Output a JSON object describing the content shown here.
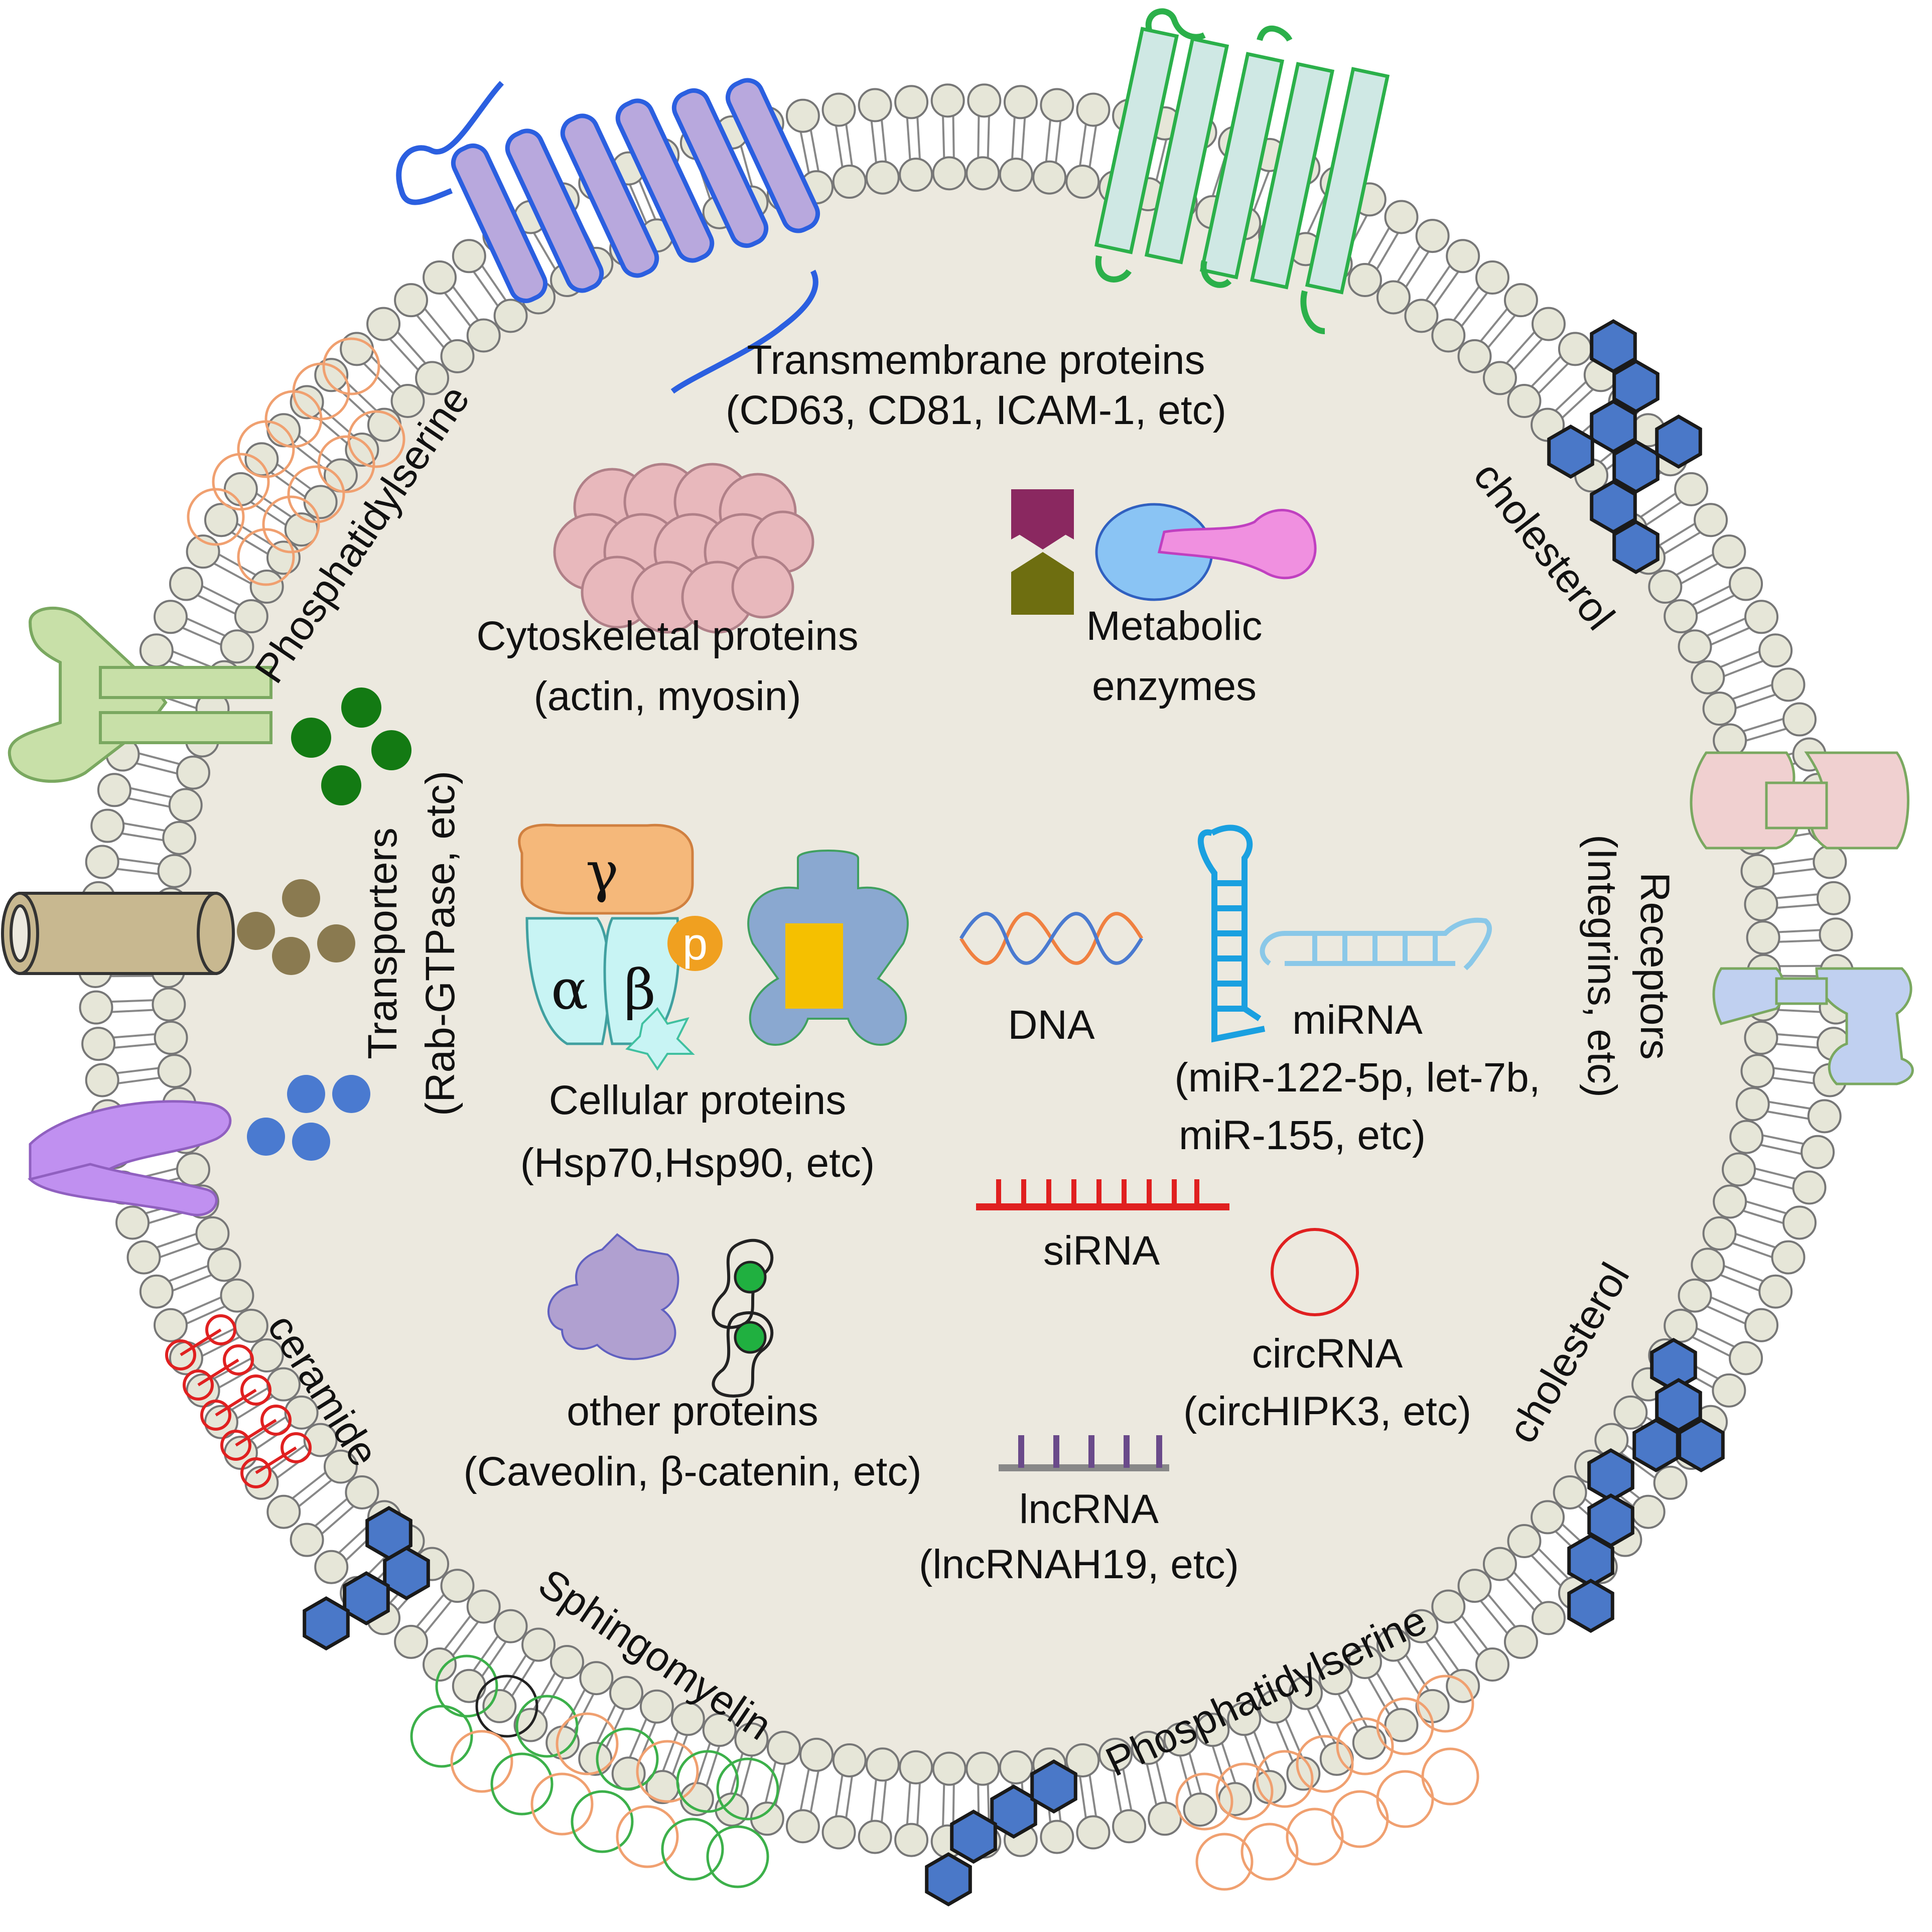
{
  "labels": {
    "transmembrane_title": "Transmembrane proteins",
    "transmembrane_sub": "(CD63, CD81, ICAM-1, etc)",
    "cytoskeletal_title": "Cytoskeletal proteins",
    "cytoskeletal_sub": "(actin, myosin)",
    "metabolic_line1": "Metabolic",
    "metabolic_line2": "enzymes",
    "cellular_title": "Cellular proteins",
    "cellular_sub": "(Hsp70,Hsp90, etc)",
    "other_title": "other proteins",
    "other_sub": "(Caveolin, β-catenin, etc)",
    "dna": "DNA",
    "mirna_title": "miRNA",
    "mirna_sub1": "(miR-122-5p, let-7b,",
    "mirna_sub2": "miR-155, etc)",
    "sirna": "siRNA",
    "circrna_title": "circRNA",
    "circrna_sub": "(circHIPK3, etc)",
    "lncrna_title": "lncRNA",
    "lncrna_sub": "(lncRNAH19, etc)",
    "transporters_title": "Transporters",
    "transporters_sub": "(Rab-GTPase, etc)",
    "receptors_title": "Receptors",
    "receptors_sub": "(Integrins, etc)",
    "phosphatidylserine_top": "Phosphatidylserine",
    "phosphatidylserine_bottom": "Phosphatidylserine",
    "cholesterol_top": "cholesterol",
    "cholesterol_bottom": "cholesterol",
    "ceramide": "ceramide",
    "sphingomyelin": "Sphingomyelin",
    "gamma": "γ",
    "alpha": "α",
    "beta": "β",
    "p": "p"
  },
  "colors": {
    "vesicle_fill": "#ece9df",
    "lipid_head": "#e6e6d8",
    "lipid_stroke": "#777777",
    "hexagon": "#4a78c8",
    "transmembrane_blue": "#2b5fe0",
    "transmembrane_purple": "#b8a8dd",
    "transmembrane_green": "#2bb04a",
    "transmembrane_green_fill": "#cfe8e4",
    "phosphatidylserine": "#f0a070",
    "ceramide": "#e02020",
    "sphingomyelin": "#3cb04a",
    "sirna": "#e02020",
    "circrna": "#e02020",
    "lncrna": "#6a4a8a",
    "mirna": "#1aa0e0",
    "transporter_green": "#137a13",
    "transporter_olive": "#8a7a50",
    "transporter_blue": "#4a7ad0",
    "transporter_purple": "#b070e0",
    "receptor_pink": "#f0d0d0",
    "receptor_blue": "#c0d0f0",
    "cytoskeletal": "#e8b8bc",
    "gamma_orange": "#f5b87a",
    "ab_cyan": "#c8f4f4",
    "p_orange": "#f0a020",
    "hsp_blue": "#8aa8d0",
    "hsp_yellow": "#f5c000",
    "other_protein": "#b0a0d0",
    "enzyme_purple": "#8a2860",
    "enzyme_olive": "#6e6e10",
    "enzyme_blue": "#8ac4f4",
    "enzyme_pink": "#f090e0"
  }
}
